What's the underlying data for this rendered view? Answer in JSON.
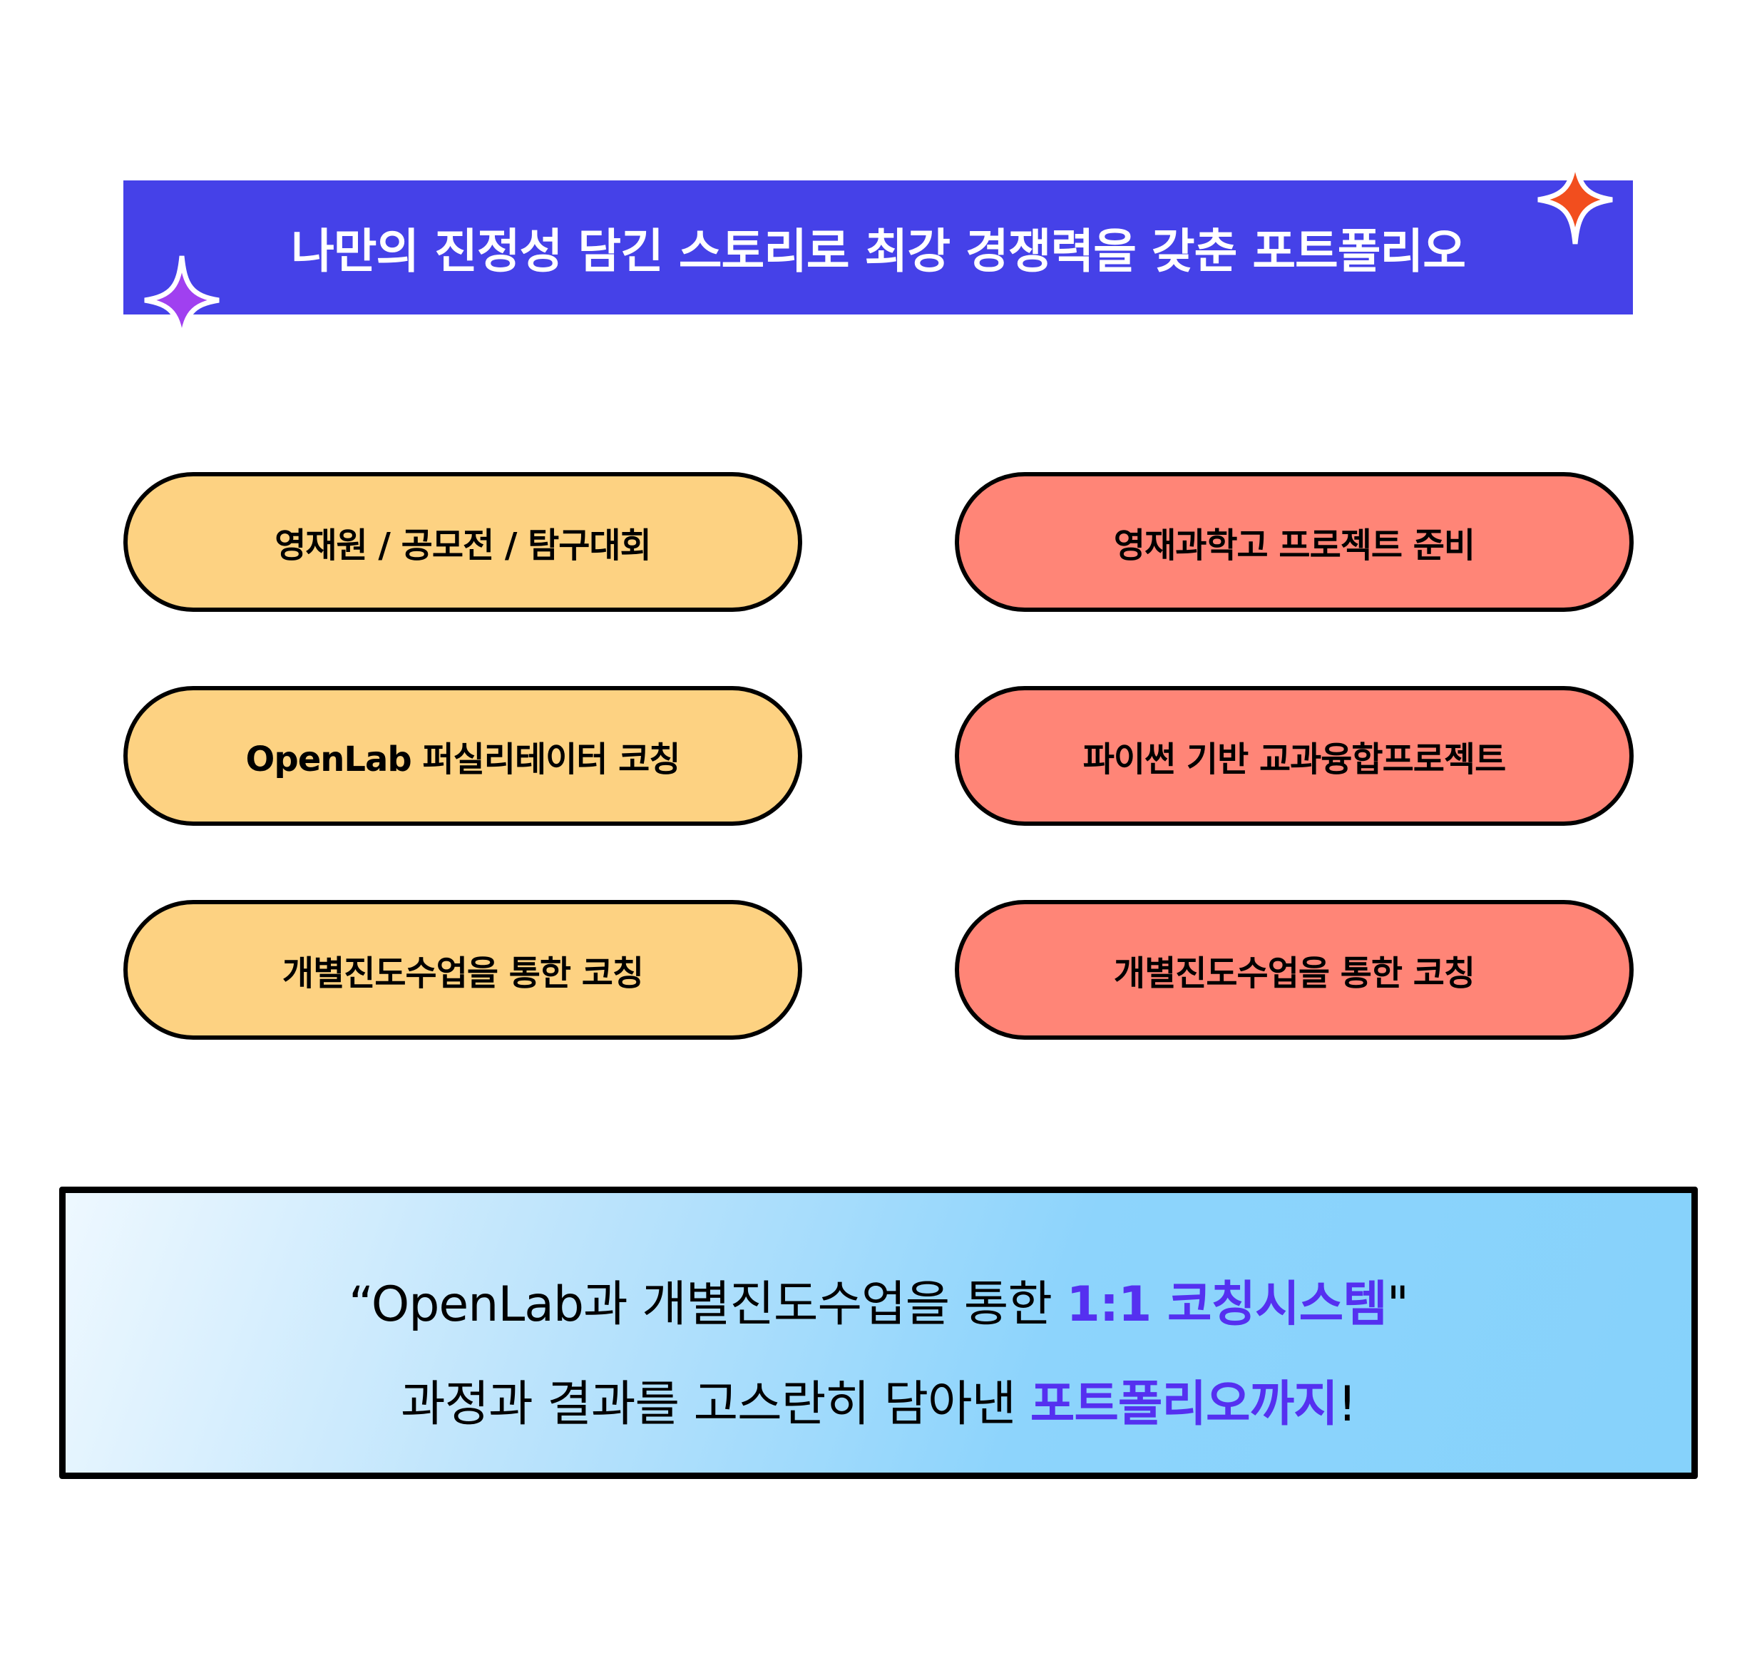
{
  "banner": {
    "title": "나만의 진정성 담긴 스토리로 최강 경쟁력을 갖춘 포트폴리오"
  },
  "left_items": [
    "영재원 / 공모전 / 탐구대회",
    "OpenLab 퍼실리테이터 코칭",
    "개별진도수업을 통한 코칭"
  ],
  "right_items": [
    "영재과학고 프로젝트 준비",
    "파이썬 기반 교과융합프로젝트",
    "개별진도수업을 통한 코칭"
  ],
  "summary": {
    "line1_prefix": "“OpenLab과 개별진도수업을 통한 ",
    "line1_highlight": "1:1 코칭시스템",
    "line1_suffix": "\"",
    "line2_prefix": "과정과 결과를 고스란히 담아낸 ",
    "line2_highlight": "포트폴리오까지",
    "line2_suffix": "!"
  },
  "colors": {
    "banner": "#4541E8",
    "yellow": "#FDD282",
    "red": "#FF8577",
    "highlight": "#5530F0",
    "sparkle_orange": "#F24E1E",
    "sparkle_purple": "#A040F0"
  }
}
